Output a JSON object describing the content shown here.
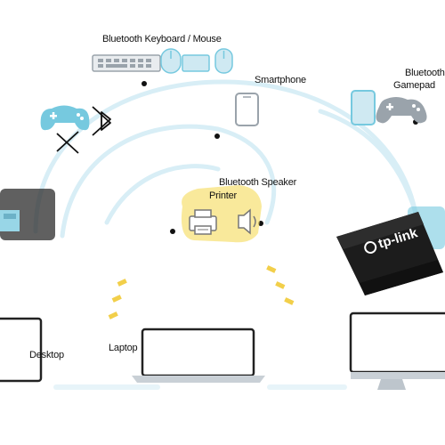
{
  "labels": {
    "keyboard_mouse": "Bluetooth Keyboard / Mouse",
    "smartphone": "Smartphone",
    "gamepad_line1": "Bluetooth",
    "gamepad_line2": "Gamepad",
    "speaker": "Bluetooth Speaker",
    "printer": "Printer",
    "laptop": "Laptop",
    "desktop": "Desktop",
    "brand": "tp-link"
  },
  "colors": {
    "arc": "#d8eef6",
    "arc_dot": "#111111",
    "accent_yellow": "#f7e17a",
    "accent_yellow_dark": "#e9c84a",
    "device_gray": "#9aa3ab",
    "device_teal": "#76c9df",
    "adapter_body": "#1c1c1c",
    "screen_border": "#222222"
  },
  "icons": [
    "keyboard-icon",
    "mouse-icon",
    "smartphone-icon",
    "gamepad-icon",
    "speaker-icon",
    "printer-icon",
    "laptop-icon",
    "desktop-icon",
    "bluetooth-icon",
    "usb-adapter"
  ]
}
